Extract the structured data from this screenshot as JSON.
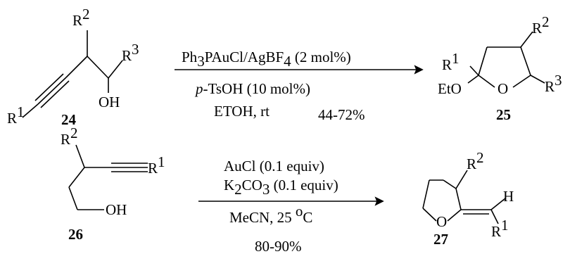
{
  "reaction1": {
    "reactant": {
      "label": "24",
      "r_top": {
        "base": "R",
        "sup": "2"
      },
      "r_right": {
        "base": "R",
        "sup": "3"
      },
      "r_left": {
        "base": "R",
        "sup": "1"
      },
      "oh": "OH"
    },
    "conditions": {
      "catalyst": {
        "a": "Ph",
        "a_sub": "3",
        "b": "PAuCl/AgBF",
        "b_sub": "4",
        "c": " (2 mol%)"
      },
      "acid": {
        "italic": "p",
        "rest": "-TsOH (10 mol%)"
      },
      "solvent": "ETOH, rt",
      "yield": "44-72%"
    },
    "product": {
      "label": "25",
      "r1": {
        "base": "R",
        "sup": "1"
      },
      "r2": {
        "base": "R",
        "sup": "2"
      },
      "r3": {
        "base": "R",
        "sup": "3"
      },
      "eto": "EtO",
      "ring_o": "O"
    }
  },
  "reaction2": {
    "reactant": {
      "label": "26",
      "r_top": {
        "base": "R",
        "sup": "2"
      },
      "r_alkyne": {
        "base": "R",
        "sup": "1"
      },
      "oh": "OH"
    },
    "conditions": {
      "catalyst": "AuCl (0.1 equiv)",
      "base": {
        "a": "K",
        "a_sub": "2",
        "b": "CO",
        "b_sub": "3",
        "c": " (0.1 equiv)"
      },
      "solvent": {
        "a": "MeCN, 25 ",
        "sup": "o",
        "b": "C"
      },
      "yield": "80-90%"
    },
    "product": {
      "label": "27",
      "r2": {
        "base": "R",
        "sup": "2"
      },
      "r1": {
        "base": "R",
        "sup": "1"
      },
      "h": "H",
      "ring_o": "O"
    }
  }
}
